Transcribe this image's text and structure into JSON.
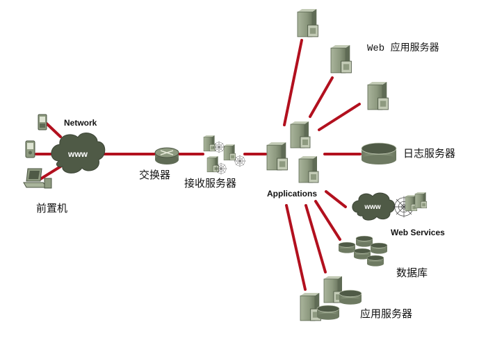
{
  "labels": {
    "network": "Network",
    "frontend": "前置机",
    "switch": "交换器",
    "receiver": "接收服务器",
    "applications": "Applications",
    "web_app_servers": "Web 应用服务器",
    "log_server": "日志服务器",
    "web_services": "Web Services",
    "database": "数据库",
    "app_servers": "应用服务器"
  },
  "cloud_text": "www",
  "colors": {
    "link": "#b2101e",
    "device": "#8e9a80",
    "device_dark": "#5f6b55",
    "device_light": "#c3cbb6"
  }
}
